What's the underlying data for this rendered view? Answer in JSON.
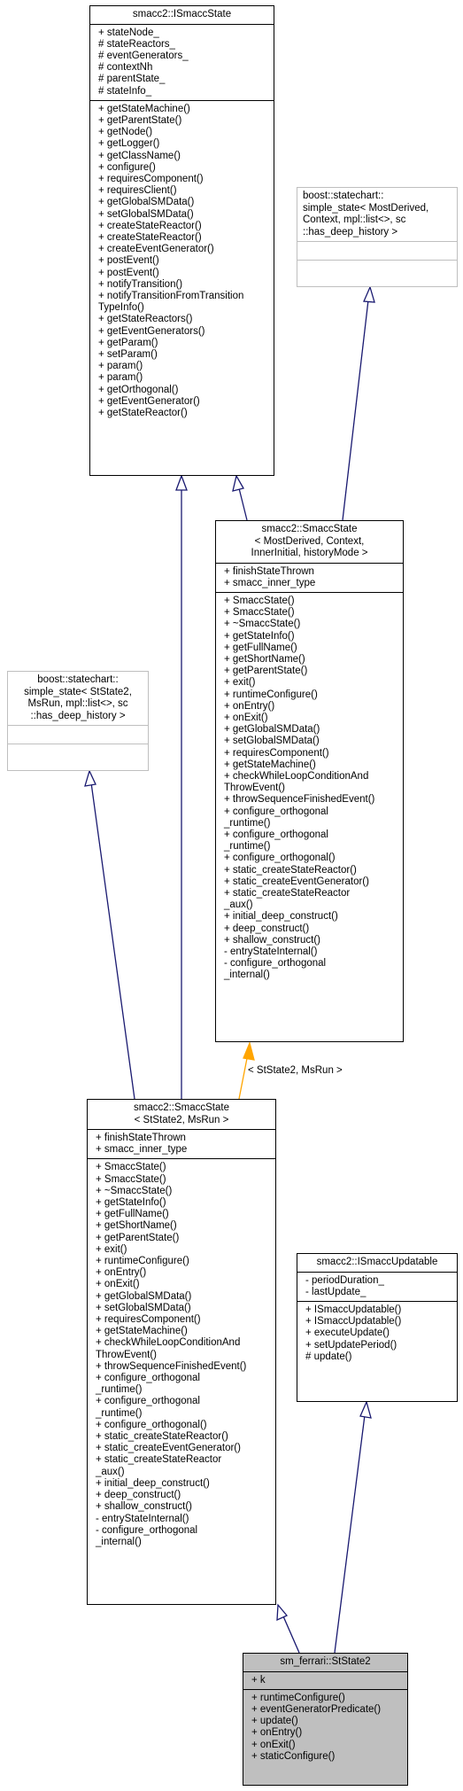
{
  "nodes": {
    "istate": {
      "title": "smacc2::ISmaccState",
      "attributes": [
        "+ stateNode_",
        "# stateReactors_",
        "# eventGenerators_",
        "# contextNh",
        "# parentState_",
        "# stateInfo_"
      ],
      "methods": [
        "+ getStateMachine()",
        "+ getParentState()",
        "+ getNode()",
        "+ getLogger()",
        "+ getClassName()",
        "+ configure()",
        "+ requiresComponent()",
        "+ requiresClient()",
        "+ getGlobalSMData()",
        "+ setGlobalSMData()",
        "+ createStateReactor()",
        "+ createStateReactor()",
        "+ createEventGenerator()",
        "+ postEvent()",
        "+ postEvent()",
        "+ notifyTransition()",
        "+ notifyTransitionFromTransition",
        "TypeInfo()",
        "+ getStateReactors()",
        "+ getEventGenerators()",
        "+ getParam()",
        "+ setParam()",
        "+ param()",
        "+ param()",
        "+ getOrthogonal()",
        "+ getEventGenerator()",
        "+ getStateReactor()"
      ]
    },
    "boost_simple_state_generic": {
      "title": "boost::statechart::\nsimple_state< MostDerived,\n Context, mpl::list<>, sc\n::has_deep_history >",
      "attributes": [],
      "methods": []
    },
    "smacc_state_template": {
      "title": "smacc2::SmaccState\n< MostDerived, Context,\n InnerInitial, historyMode >",
      "attributes": [
        "+ finishStateThrown",
        "+ smacc_inner_type"
      ],
      "methods": [
        "+ SmaccState()",
        "+ SmaccState()",
        "+ ~SmaccState()",
        "+ getStateInfo()",
        "+ getFullName()",
        "+ getShortName()",
        "+ getParentState()",
        "+ exit()",
        "+ runtimeConfigure()",
        "+ onEntry()",
        "+ onExit()",
        "+ getGlobalSMData()",
        "+ setGlobalSMData()",
        "+ requiresComponent()",
        "+ getStateMachine()",
        "+ checkWhileLoopConditionAnd",
        "ThrowEvent()",
        "+ throwSequenceFinishedEvent()",
        "+ configure_orthogonal",
        "_runtime()",
        "+ configure_orthogonal",
        "_runtime()",
        "+ configure_orthogonal()",
        "+ static_createStateReactor()",
        "+ static_createEventGenerator()",
        "+ static_createStateReactor",
        "_aux()",
        "+ initial_deep_construct()",
        "+ deep_construct()",
        "+ shallow_construct()",
        "- entryStateInternal()",
        "- configure_orthogonal",
        "_internal()"
      ]
    },
    "boost_simple_state_ststate2": {
      "title": "boost::statechart::\nsimple_state< StState2,\n MsRun, mpl::list<>, sc\n::has_deep_history >",
      "attributes": [],
      "methods": []
    },
    "smacc_state_ststate2": {
      "title": "smacc2::SmaccState\n< StState2, MsRun >",
      "attributes": [
        "+ finishStateThrown",
        "+ smacc_inner_type"
      ],
      "methods": [
        "+ SmaccState()",
        "+ SmaccState()",
        "+ ~SmaccState()",
        "+ getStateInfo()",
        "+ getFullName()",
        "+ getShortName()",
        "+ getParentState()",
        "+ exit()",
        "+ runtimeConfigure()",
        "+ onEntry()",
        "+ onExit()",
        "+ getGlobalSMData()",
        "+ setGlobalSMData()",
        "+ requiresComponent()",
        "+ getStateMachine()",
        "+ checkWhileLoopConditionAnd",
        "ThrowEvent()",
        "+ throwSequenceFinishedEvent()",
        "+ configure_orthogonal",
        "_runtime()",
        "+ configure_orthogonal",
        "_runtime()",
        "+ configure_orthogonal()",
        "+ static_createStateReactor()",
        "+ static_createEventGenerator()",
        "+ static_createStateReactor",
        "_aux()",
        "+ initial_deep_construct()",
        "+ deep_construct()",
        "+ shallow_construct()",
        "- entryStateInternal()",
        "- configure_orthogonal",
        "_internal()"
      ]
    },
    "iupdatable": {
      "title": "smacc2::ISmaccUpdatable",
      "attributes": [
        "- periodDuration_",
        "- lastUpdate_"
      ],
      "methods": [
        "+ ISmaccUpdatable()",
        "+ ISmaccUpdatable()",
        "+ executeUpdate()",
        "+ setUpdatePeriod()",
        "# update()"
      ]
    },
    "ststate2": {
      "title": "sm_ferrari::StState2",
      "attributes": [
        "+ k"
      ],
      "methods": [
        "+ runtimeConfigure()",
        "+ eventGeneratorPredicate()",
        "+ update()",
        "+ onEntry()",
        "+ onExit()",
        "+ staticConfigure()"
      ]
    }
  },
  "edge_labels": {
    "template_binding": "< StState2, MsRun >"
  },
  "colors": {
    "inheritance": "#191970",
    "template_instantiation": "#ffa500",
    "focus_fill": "#bfbfbf",
    "external_border": "#bfbfbf"
  }
}
